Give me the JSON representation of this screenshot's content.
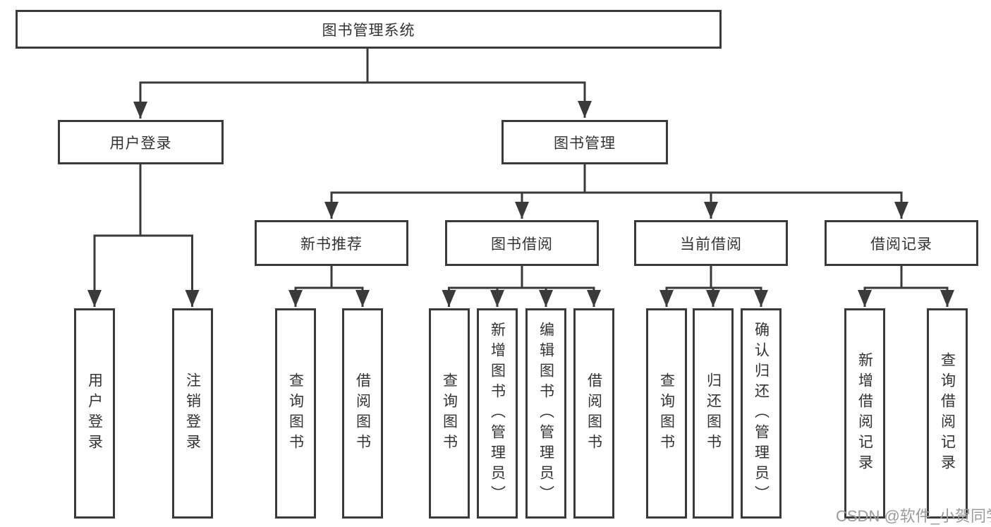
{
  "colors": {
    "line": "#3a3a3a",
    "node_border": "#3a3a3a",
    "node_text": "#333333",
    "watermark_text": "#9b9b9b",
    "background": "#ffffff"
  },
  "watermark": "CSDN @软件_小贺同学",
  "tree": {
    "label": "图书管理系统",
    "children": [
      {
        "label": "用户登录",
        "children": [
          {
            "label": "用户登录"
          },
          {
            "label": "注销登录"
          }
        ]
      },
      {
        "label": "图书管理",
        "children": [
          {
            "label": "新书推荐",
            "children": [
              {
                "label": "查询图书"
              },
              {
                "label": "借阅图书"
              }
            ]
          },
          {
            "label": "图书借阅",
            "children": [
              {
                "label": "查询图书"
              },
              {
                "label": "新增图书（管理员）"
              },
              {
                "label": "编辑图书（管理员）"
              },
              {
                "label": "借阅图书"
              }
            ]
          },
          {
            "label": "当前借阅",
            "children": [
              {
                "label": "查询图书"
              },
              {
                "label": "归还图书"
              },
              {
                "label": "确认归还（管理员）"
              }
            ]
          },
          {
            "label": "借阅记录",
            "children": [
              {
                "label": "新增借阅记录"
              },
              {
                "label": "查询借阅记录"
              }
            ]
          }
        ]
      }
    ]
  }
}
